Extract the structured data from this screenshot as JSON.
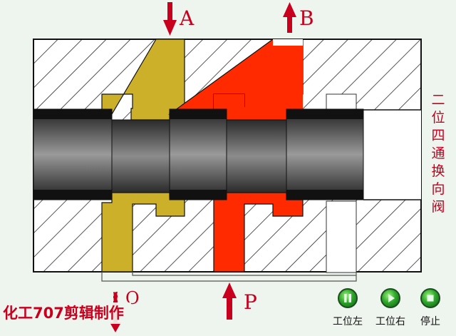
{
  "ports": {
    "a": "A",
    "b": "B",
    "p": "P",
    "o": "O"
  },
  "title_vertical": "二位四通换向阀",
  "watermark": "化工707剪辑制作",
  "controls": [
    {
      "label": "工位左",
      "icon": "pause-icon"
    },
    {
      "label": "工位右",
      "icon": "arrow-icon"
    },
    {
      "label": "停止",
      "icon": "stop-icon"
    }
  ],
  "colors": {
    "exhaust_oil": "#cdb02a",
    "pressure_oil": "#ff2a00",
    "arrow": "#c8001e",
    "spool": "#2a2a2a",
    "button": "#2fa82c"
  }
}
